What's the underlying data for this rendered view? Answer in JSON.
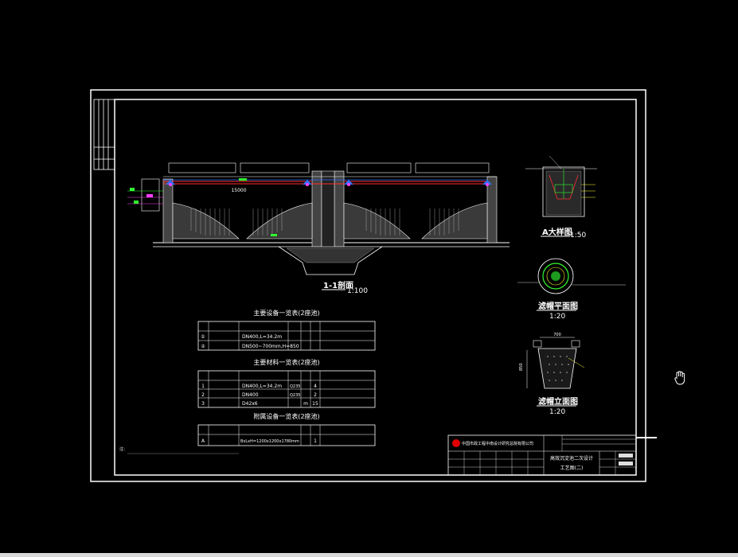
{
  "drawing": {
    "section_label": "1-1剖面",
    "section_scale": "1:100",
    "span_label": "15000",
    "detail_a_label": "A大样图",
    "detail_a_scale": "1:50",
    "plan_label": "滤帽平面图",
    "plan_scale": "1:20",
    "elev_label": "滤帽立面图",
    "elev_scale": "1:20",
    "elev_width": "700",
    "elev_height": "850"
  },
  "tables": [
    {
      "title": "主要设备一览表(2座池)",
      "rows": [
        [
          "①",
          "DN400,L=34.2m"
        ],
        [
          "②",
          "DN500~700mm,H=850"
        ]
      ]
    },
    {
      "title": "主要材料一览表(2座池)",
      "rows": [
        [
          "1",
          "DN400,L=34.2m",
          "Q235",
          "4"
        ],
        [
          "2",
          "DN400",
          "Q235",
          "2"
        ],
        [
          "3",
          "D42x6",
          "m",
          "15"
        ]
      ]
    },
    {
      "title": "附属设备一览表(2座池)",
      "rows": [
        [
          "A",
          "BxLxH=1200x1200x1780mm",
          "1"
        ]
      ]
    }
  ],
  "note": "注：",
  "titleblock": {
    "company": "中国市政工程中南设计研究总院有限公司",
    "project": "高效沉淀池二次设计",
    "sheet": "工艺图(二)"
  },
  "colors": {
    "frame": "#ffffff",
    "pipe_red": "#ff3030",
    "magenta": "#ff40ff",
    "blue": "#3070ff",
    "green": "#30ff30",
    "yellow": "#ffff30",
    "cyan": "#30ffff",
    "logo_red": "#e00000"
  },
  "icons": {
    "cursor": "hand-icon"
  }
}
